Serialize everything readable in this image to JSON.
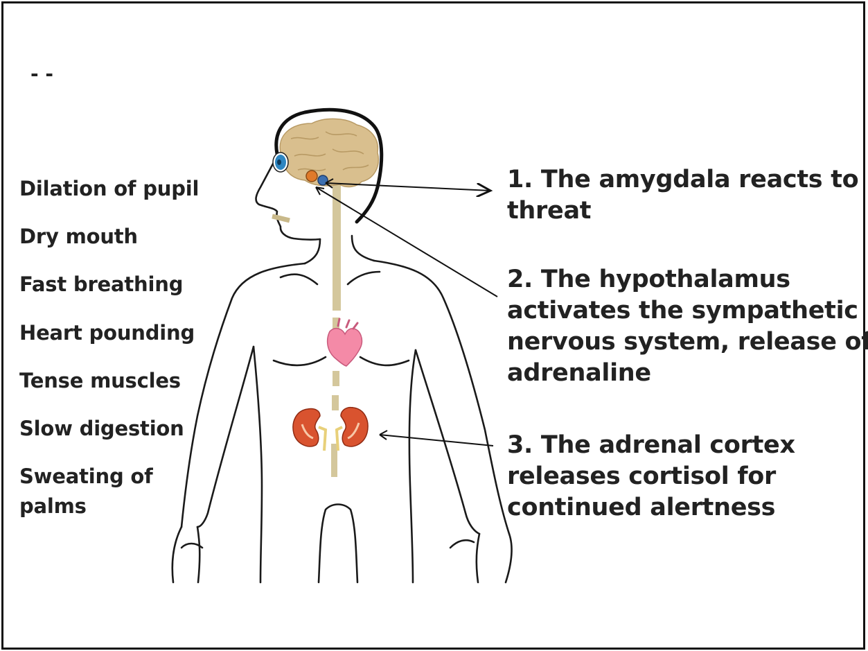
{
  "header_fragment": "- -",
  "symptoms": [
    "Dilation of pupil",
    "Dry mouth",
    "Fast breathing",
    "Heart pounding",
    "Tense muscles",
    "Slow digestion",
    "Sweating of",
    "palms"
  ],
  "steps": [
    {
      "line1": "1. The amygdala reacts to",
      "line2": "threat"
    },
    {
      "line1": "2. The hypothalamus",
      "line2": "activates the sympathetic",
      "line3": "nervous system, release of",
      "line4": "adrenaline"
    },
    {
      "line1": "3. The adrenal cortex",
      "line2": "releases cortisol for",
      "line3": "continued alertness"
    }
  ],
  "colors": {
    "brain": "#d9bf8e",
    "spine": "#d4c79c",
    "eye": "#2e86c1",
    "amygdala": "#e07a2a",
    "hypothalamus": "#3c6fb0",
    "heart": "#f48aa7",
    "kidney": "#d9532f"
  }
}
